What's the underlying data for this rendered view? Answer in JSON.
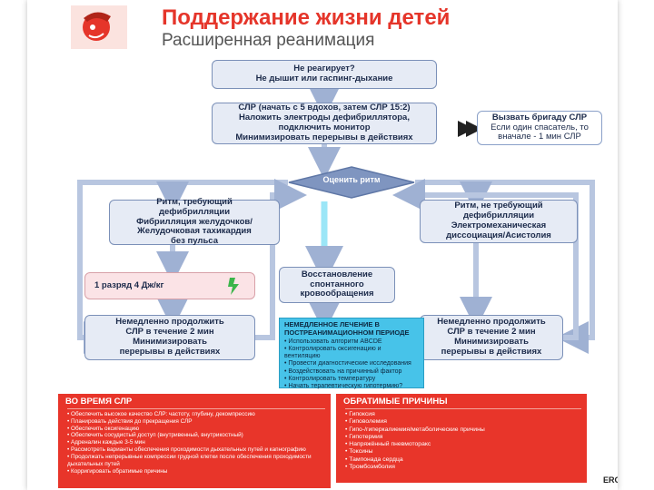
{
  "header": {
    "title": "Поддержание жизни детей",
    "subtitle": "Расширенная реанимация"
  },
  "flow": {
    "start": [
      "Не реагирует?",
      "Не дышит или гаспинг-дыхание"
    ],
    "cpr": [
      "СЛР (начать с 5 вдохов, затем СЛР 15:2)",
      "Наложить электроды дефибриллятора,",
      "подключить монитор",
      "Минимизировать перерывы в действиях"
    ],
    "call_team": [
      "Вызвать бригаду СЛР",
      "Если один спасатель, то",
      "вначале - 1 мин СЛР"
    ],
    "assess_rhythm": "Оценить ритм",
    "shockable": [
      "Ритм, требующий",
      "дефибрилляции",
      "Фибрилляция желудочков/",
      "Желудочковая тахикардия",
      "без пульса"
    ],
    "non_shockable": [
      "Ритм, не требующий",
      "дефибрилляции",
      "Электромеханическая",
      "диссоциация/Асистолия"
    ],
    "shock": "1 разряд 4 Дж/кг",
    "rosc": [
      "Восстановление",
      "спонтанного",
      "кровообращения"
    ],
    "continue_left": [
      "Немедленно продолжить",
      "СЛР в течение 2 мин",
      "Минимизировать",
      "перерывы в действиях"
    ],
    "continue_right": [
      "Немедленно продолжить",
      "СЛР в течение 2 мин",
      "Минимизировать",
      "перерывы в действиях"
    ],
    "post_resus": {
      "title": [
        "НЕМЕДЛЕННОЕ ЛЕЧЕНИЕ В",
        "ПОСТРЕАНИМАЦИОННОМ ПЕРИОДЕ"
      ],
      "items": [
        "Использовать алгоритм ABCDE",
        "Контролировать оксигенацию и вентиляцию",
        "Провести диагностические исследования",
        "Воздействовать на причинный фактор",
        "Контролировать температуру",
        "Начать терапевтическую гипотермию?"
      ]
    }
  },
  "panels": {
    "during_cpr": {
      "title": "ВО ВРЕМЯ СЛР",
      "items": [
        "Обеспечить высокое качество СЛР: частоту, глубину, декомпрессию",
        "Планировать действия до прекращения СЛР",
        "Обеспечить оксигенацию",
        "Обеспечить сосудистый доступ (внутривенный, внутрикостный)",
        "Адреналин каждые 3-5 мин",
        "Рассмотреть варианты обеспечения проходимости дыхательных путей и капнографию",
        "Продолжать непрерывные компрессии грудной клетки после обеспечения проходимости дыхательных путей",
        "Корригировать обратимые причины"
      ]
    },
    "reversible": {
      "title": "ОБРАТИМЫЕ ПРИЧИНЫ",
      "items": [
        "Гипоксия",
        "Гиповолемия",
        "Гипо-/гиперкалиемия/метаболические причины",
        "Гипотермия",
        "Напряжённый пневмоторакс",
        "Токсины",
        "Тампонада сердца",
        "Тромбоэмболия"
      ]
    }
  },
  "footer": {
    "mark": "ERC"
  },
  "colors": {
    "accent": "#e5352a",
    "box_border": "#7b90b8",
    "arrow": "#b8c6e0",
    "post_resus": "#47c3e9"
  }
}
